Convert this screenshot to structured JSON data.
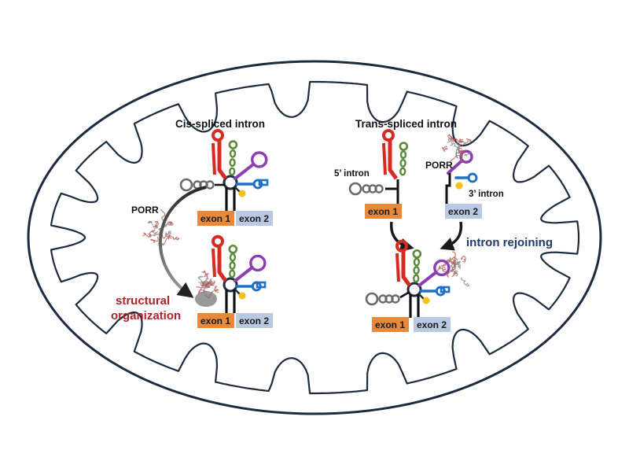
{
  "panels": {
    "cis": {
      "title": "Cis-spliced intron",
      "factor": "PORR",
      "process": [
        "structural",
        "organization"
      ],
      "exon1": "exon 1",
      "exon2": "exon 2"
    },
    "trans": {
      "title": "Trans-spliced intron",
      "factor": "PORR",
      "intron5": "5’ intron",
      "intron3": "3’ intron",
      "process": "intron rejoining",
      "exon1": "exon 1",
      "exon2": "exon 2"
    }
  },
  "colors": {
    "outline": "#1c2c3e",
    "exon1_fill": "#e8893a",
    "exon2_fill": "#b9c9e3",
    "domain1": "#d62a22",
    "domain2": "#5b8a3a",
    "domain3": "#8b3fb2",
    "domain4": "#1f6fc2",
    "domain5": "#f2c21b",
    "domain6": "#6a6a6a",
    "process_red": "#b3202a",
    "process_navy": "#1f3a6b",
    "protein": "#b85a5a"
  }
}
